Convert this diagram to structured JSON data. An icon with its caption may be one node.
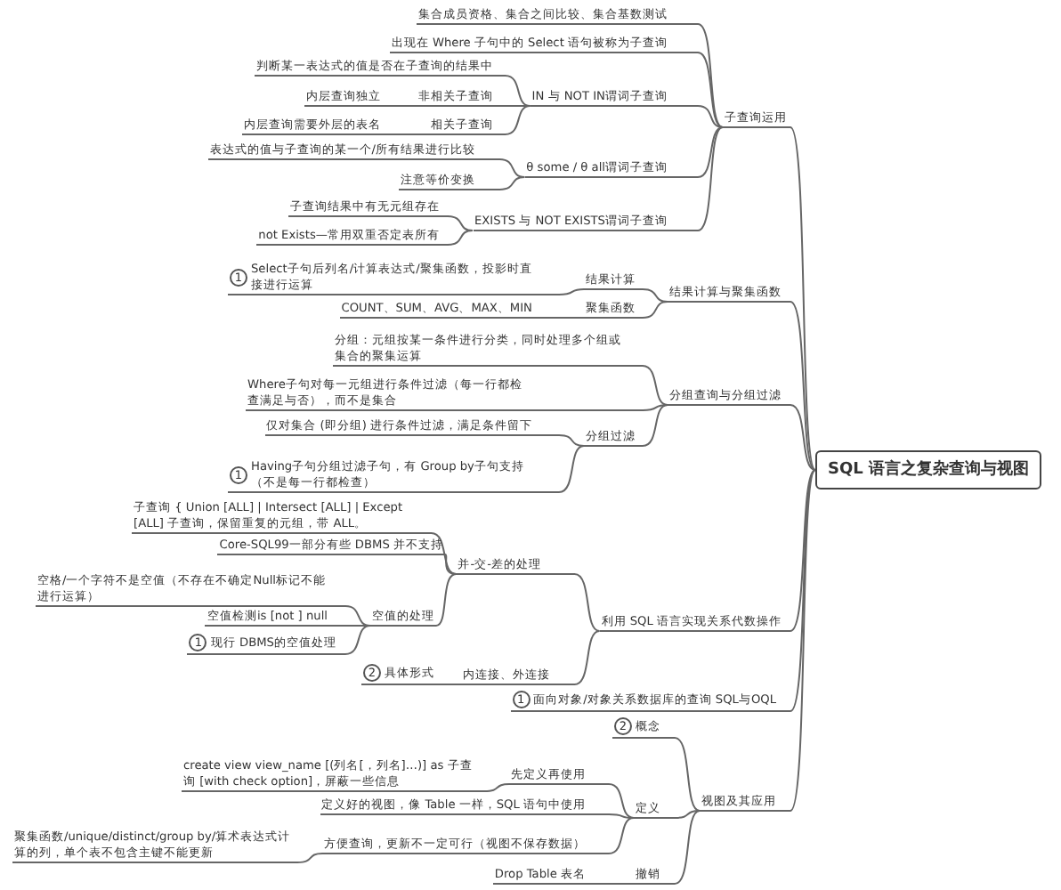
{
  "diagram": {
    "nodes": [
      {
        "text": [
          "SQL 语言之复杂查询与视图"
        ]
      },
      {
        "text": [
          "子查询运用"
        ]
      },
      {
        "text": [
          "结果计算与聚集函数"
        ]
      },
      {
        "text": [
          "分组查询与分组过滤"
        ]
      },
      {
        "text": [
          "利用 SQL 语言实现关系代数操作"
        ]
      },
      {
        "text": [
          "1",
          "面向对象/对象关系数据库的查询 SQL与OQL"
        ]
      },
      {
        "text": [
          "视图及其应用"
        ]
      },
      {
        "text": [
          "集合成员资格、集合之间比较、集合基数测试"
        ]
      },
      {
        "text": [
          "出现在 Where 子句中的 Select 语句被称为子查询"
        ]
      },
      {
        "text": [
          "IN 与 NOT IN谓词子查询"
        ]
      },
      {
        "text": [
          "θ some / θ all谓词子查询"
        ]
      },
      {
        "text": [
          "EXISTS 与 NOT EXISTS谓词子查询"
        ]
      },
      {
        "text": [
          "判断某一表达式的值是否在子查询的结果中"
        ]
      },
      {
        "text": [
          "非相关子查询"
        ]
      },
      {
        "text": [
          "相关子查询"
        ]
      },
      {
        "text": [
          "内层查询独立"
        ]
      },
      {
        "text": [
          "内层查询需要外层的表名"
        ]
      },
      {
        "text": [
          "表达式的值与子查询的某一个/所有结果进行比较"
        ]
      },
      {
        "text": [
          "注意等价变换"
        ]
      },
      {
        "text": [
          "子查询结果中有无元组存在"
        ]
      },
      {
        "text": [
          "not Exists—常用双重否定表所有"
        ]
      },
      {
        "text": [
          "结果计算"
        ]
      },
      {
        "text": [
          "聚集函数"
        ]
      },
      {
        "text": [
          "1",
          "Select子句后列名/计算表达式/聚集函数，投影时直接进行运算"
        ]
      },
      {
        "text": [
          "COUNT、SUM、AVG、MAX、MIN"
        ]
      },
      {
        "text": [
          "分组：元组按某一条件进行分类，同时处理多个组或集合的聚集运算"
        ]
      },
      {
        "text": [
          "Where子句对每一元组进行条件过滤（每一行都检查满足与否），而不是集合"
        ]
      },
      {
        "text": [
          "分组过滤"
        ]
      },
      {
        "text": [
          "仅对集合 (即分组) 进行条件过滤，满足条件留下"
        ]
      },
      {
        "text": [
          "1",
          "Having子句分组过滤子句，有 Group by子句支持（不是每一行都检查）"
        ]
      },
      {
        "text": [
          "并-交-差的处理"
        ]
      },
      {
        "text": [
          "内连接、外连接"
        ]
      },
      {
        "text": [
          "2",
          "具体形式"
        ]
      },
      {
        "text": [
          "子查询 { Union [ALL] | Intersect [ALL] | Except [ALL] 子查询，保留重复的元组，带 ALL。"
        ]
      },
      {
        "text": [
          "Core-SQL99一部分有些 DBMS 并不支持"
        ]
      },
      {
        "text": [
          "空值的处理"
        ]
      },
      {
        "text": [
          "空格/一个字符不是空值（不存在不确定Null标记不能进行运算）"
        ]
      },
      {
        "text": [
          "空值检测is [not ] null"
        ]
      },
      {
        "text": [
          "1",
          "现行 DBMS的空值处理"
        ]
      },
      {
        "text": [
          "2",
          "概念"
        ]
      },
      {
        "text": [
          "定义"
        ]
      },
      {
        "text": [
          "撤销"
        ]
      },
      {
        "text": [
          "先定义再使用"
        ]
      },
      {
        "text": [
          "定义好的视图，像 Table 一样，SQL 语句中使用"
        ]
      },
      {
        "text": [
          "方便查询，更新不一定可行（视图不保存数据）"
        ]
      },
      {
        "text": [
          "create view view_name [(列名[，列名]…)] as 子查询 [with check option]，屏蔽一些信息"
        ]
      },
      {
        "text": [
          "聚集函数/unique/distinct/group by/算术表达式计算的列，单个表不包含主键不能更新"
        ]
      },
      {
        "text": [
          "Drop Table 表名"
        ]
      }
    ],
    "edges": [
      {
        "from": 0,
        "to": 1,
        "arrow": "none"
      },
      {
        "from": 0,
        "to": 2,
        "arrow": "none"
      },
      {
        "from": 0,
        "to": 3,
        "arrow": "none"
      },
      {
        "from": 0,
        "to": 4,
        "arrow": "none"
      },
      {
        "from": 0,
        "to": 5,
        "arrow": "none"
      },
      {
        "from": 0,
        "to": 6,
        "arrow": "none"
      },
      {
        "from": 1,
        "to": 7,
        "arrow": "none"
      },
      {
        "from": 1,
        "to": 8,
        "arrow": "none"
      },
      {
        "from": 1,
        "to": 9,
        "arrow": "none"
      },
      {
        "from": 1,
        "to": 10,
        "arrow": "none"
      },
      {
        "from": 1,
        "to": 11,
        "arrow": "none"
      },
      {
        "from": 9,
        "to": 12,
        "arrow": "none"
      },
      {
        "from": 9,
        "to": 13,
        "arrow": "none"
      },
      {
        "from": 9,
        "to": 14,
        "arrow": "none"
      },
      {
        "from": 13,
        "to": 15,
        "arrow": "none"
      },
      {
        "from": 14,
        "to": 16,
        "arrow": "none"
      },
      {
        "from": 10,
        "to": 17,
        "arrow": "none"
      },
      {
        "from": 10,
        "to": 18,
        "arrow": "none"
      },
      {
        "from": 11,
        "to": 19,
        "arrow": "none"
      },
      {
        "from": 11,
        "to": 20,
        "arrow": "none"
      },
      {
        "from": 2,
        "to": 21,
        "arrow": "none"
      },
      {
        "from": 2,
        "to": 22,
        "arrow": "none"
      },
      {
        "from": 21,
        "to": 23,
        "arrow": "none"
      },
      {
        "from": 22,
        "to": 24,
        "arrow": "none"
      },
      {
        "from": 3,
        "to": 25,
        "arrow": "none"
      },
      {
        "from": 3,
        "to": 26,
        "arrow": "none"
      },
      {
        "from": 3,
        "to": 27,
        "arrow": "none"
      },
      {
        "from": 27,
        "to": 28,
        "arrow": "none"
      },
      {
        "from": 27,
        "to": 29,
        "arrow": "none"
      },
      {
        "from": 4,
        "to": 30,
        "arrow": "none"
      },
      {
        "from": 4,
        "to": 31,
        "arrow": "none"
      },
      {
        "from": 31,
        "to": 32,
        "arrow": "none"
      },
      {
        "from": 30,
        "to": 33,
        "arrow": "none"
      },
      {
        "from": 30,
        "to": 34,
        "arrow": "none"
      },
      {
        "from": 30,
        "to": 35,
        "arrow": "none"
      },
      {
        "from": 35,
        "to": 36,
        "arrow": "none"
      },
      {
        "from": 35,
        "to": 37,
        "arrow": "none"
      },
      {
        "from": 35,
        "to": 38,
        "arrow": "none"
      },
      {
        "from": 6,
        "to": 39,
        "arrow": "none"
      },
      {
        "from": 6,
        "to": 40,
        "arrow": "none"
      },
      {
        "from": 6,
        "to": 41,
        "arrow": "none"
      },
      {
        "from": 40,
        "to": 42,
        "arrow": "none"
      },
      {
        "from": 40,
        "to": 43,
        "arrow": "none"
      },
      {
        "from": 40,
        "to": 44,
        "arrow": "none"
      },
      {
        "from": 42,
        "to": 45,
        "arrow": "none"
      },
      {
        "from": 44,
        "to": 46,
        "arrow": "none"
      },
      {
        "from": 41,
        "to": 47,
        "arrow": "none"
      }
    ]
  }
}
